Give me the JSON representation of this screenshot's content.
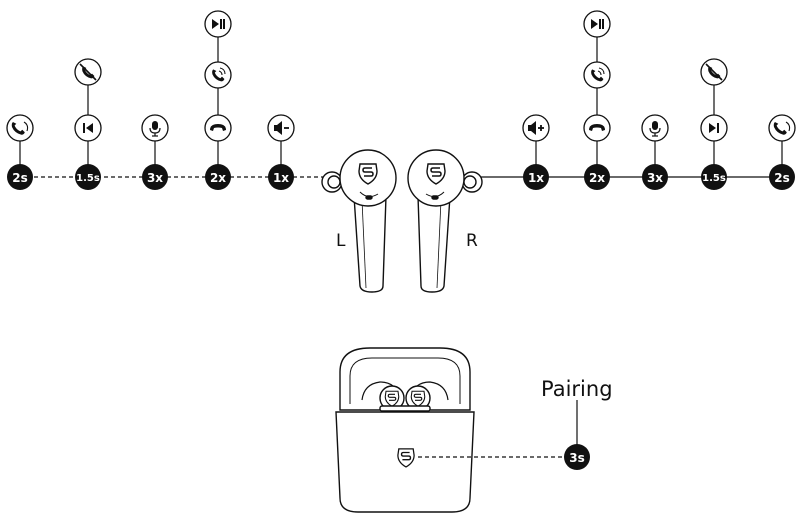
{
  "left": {
    "side_label": "L",
    "badges": [
      "2s",
      "1.5s",
      "3x",
      "2x",
      "1x"
    ],
    "icons": [
      "phone-ring-icon",
      "prev-track-icon",
      "mic-icon",
      "hang-up-icon",
      "volume-down-icon",
      "decline-call-icon",
      "answer-call-icon",
      "play-pause-icon"
    ]
  },
  "right": {
    "side_label": "R",
    "badges": [
      "1x",
      "2x",
      "3x",
      "1.5s",
      "2s"
    ],
    "icons": [
      "volume-up-icon",
      "hang-up-icon",
      "mic-icon",
      "next-track-icon",
      "phone-ring-icon",
      "answer-call-icon",
      "play-pause-icon",
      "decline-call-icon"
    ]
  },
  "pairing": {
    "label": "Pairing",
    "badge": "3s"
  },
  "colors": {
    "ink": "#111111",
    "badge_fill": "#111111",
    "badge_text": "#ffffff"
  }
}
